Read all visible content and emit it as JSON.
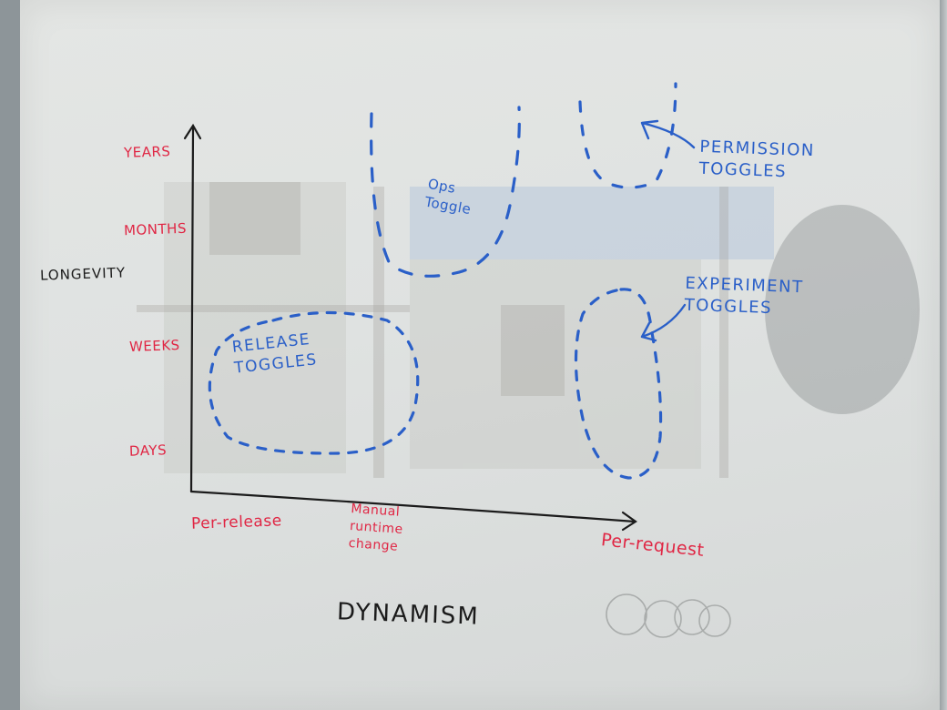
{
  "diagram": {
    "y_axis": {
      "title": "LONGEVITY",
      "ticks": [
        "YEARS",
        "MONTHS",
        "WEEKS",
        "DAYS"
      ]
    },
    "x_axis": {
      "title": "DYNAMISM",
      "ticks": [
        {
          "lines": [
            "Per-release"
          ]
        },
        {
          "lines": [
            "Manual",
            "runtime",
            "change"
          ]
        },
        {
          "lines": [
            "Per-request"
          ]
        }
      ]
    },
    "regions": {
      "release": [
        "RELEASE",
        "TOGGLES"
      ],
      "ops": [
        "Ops",
        "Toggle"
      ],
      "permission": [
        "PERMISSION",
        "TOGGLES"
      ],
      "experiment": [
        "EXPERIMENT",
        "TOGGLES"
      ]
    },
    "colors": {
      "axis_ink": "#1b1b1b",
      "axis_labels": "#e02644",
      "regions": "#2a5fc8"
    }
  }
}
